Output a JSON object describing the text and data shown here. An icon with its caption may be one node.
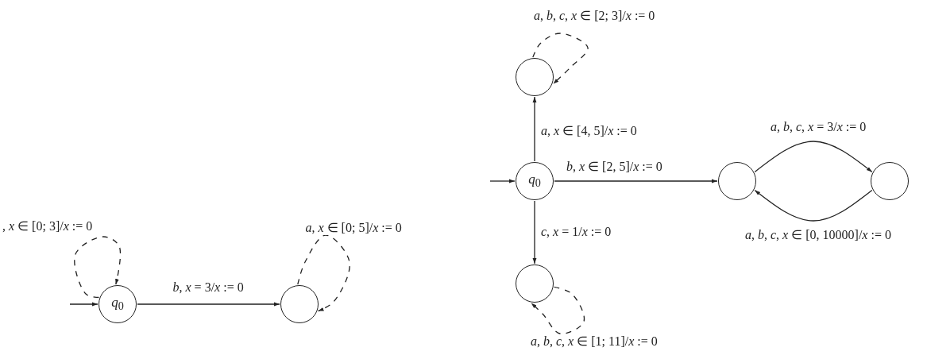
{
  "diagram": {
    "nodes": [
      {
        "text": [
          "*q*$_{0}$"
        ]
      },
      {
        "text": [],
        "shape": "circle"
      },
      {
        "text": [],
        "shape": "circle"
      },
      {
        "text": [
          "*q*$_{0}$"
        ]
      },
      {
        "text": [],
        "shape": "circle"
      },
      {
        "text": [],
        "shape": "circle"
      },
      {
        "text": [],
        "shape": "circle"
      }
    ],
    "edges": [
      {
        "from": null,
        "to": 0,
        "arrow": "to"
      },
      {
        "from": 0,
        "to": 0,
        "arrow": "to",
        "style": "dashed",
        "label": ", *x* ∈ [0; 3]/*x* := 0"
      },
      {
        "from": 0,
        "to": 1,
        "arrow": "to",
        "label": "*b*, *x* = 3/*x* := 0"
      },
      {
        "from": 1,
        "to": 1,
        "arrow": "to",
        "style": "dashed",
        "label": "*a*, *x* ∈ [0; 5]/*x* := 0"
      },
      {
        "from": null,
        "to": 3,
        "arrow": "to"
      },
      {
        "from": 3,
        "to": 2,
        "arrow": "to",
        "label": "*a*, *x* ∈ [4, 5]/*x* := 0"
      },
      {
        "from": 2,
        "to": 2,
        "arrow": "to",
        "style": "dashed",
        "label": "*a*, *b*, *c*, *x* ∈ [2; 3]/*x* := 0"
      },
      {
        "from": 3,
        "to": 5,
        "arrow": "to",
        "label": "*b*, *x* ∈ [2, 5]/*x* := 0"
      },
      {
        "from": 3,
        "to": 4,
        "arrow": "to",
        "label": "*c*, *x* = 1/*x* := 0"
      },
      {
        "from": 4,
        "to": 4,
        "arrow": "to",
        "style": "dashed",
        "label": "*a*, *b*, *c*, *x* ∈ [1; 11]/*x* := 0"
      },
      {
        "from": 5,
        "to": 6,
        "arrow": "to",
        "label": "*a*, *b*, *c*, *x* = 3/*x* := 0"
      },
      {
        "from": 6,
        "to": 5,
        "arrow": "to",
        "label": "*a*, *b*, *c*, *x* ∈ [0, 10000]/*x* := 0"
      }
    ]
  }
}
